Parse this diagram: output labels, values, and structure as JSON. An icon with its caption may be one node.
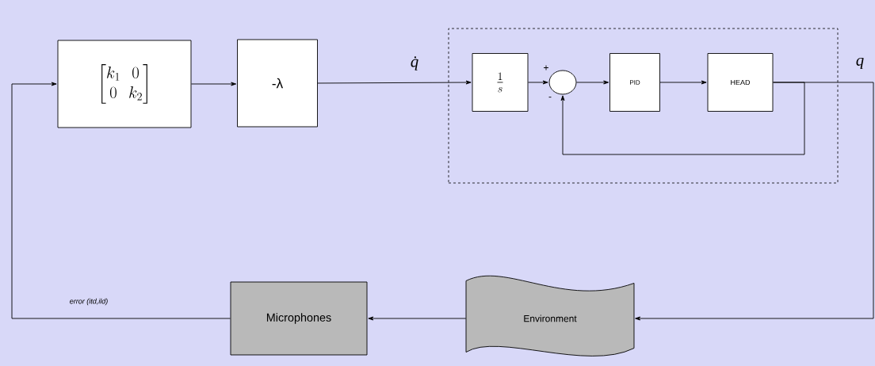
{
  "diagram": {
    "nodes": [
      {
        "text": [
          "\\begin{bmatrix}k_1 & 0\\\\ 0 & k_2\\end{bmatrix}"
        ]
      },
      {
        "text": [
          "-λ"
        ]
      },
      {
        "text": [],
        "shape": "box"
      },
      {
        "text": [
          "\\frac{1}{s}"
        ],
        "in": 2
      },
      {
        "text": [],
        "shape": "circle",
        "in": 2
      },
      {
        "text": [
          "PID"
        ],
        "in": 2
      },
      {
        "text": [
          "HEAD"
        ],
        "in": 2
      },
      {
        "text": [
          "Microphones"
        ]
      },
      {
        "text": [
          "Environment"
        ]
      }
    ],
    "edges": [
      {
        "from": 7,
        "to": 0,
        "arrow": "to",
        "label": "error (itd,ild)"
      },
      {
        "from": 0,
        "to": 1,
        "arrow": "to"
      },
      {
        "from": 1,
        "to": 3,
        "arrow": "to",
        "label": "q̇"
      },
      {
        "from": 3,
        "to": 4,
        "arrow": "to"
      },
      {
        "from": 4,
        "to": 5,
        "arrow": "to"
      },
      {
        "from": 5,
        "to": 6,
        "arrow": "to"
      },
      {
        "from": 6,
        "to": 4,
        "arrow": "to"
      },
      {
        "from": 6,
        "to": 8,
        "arrow": "to",
        "label": "q"
      },
      {
        "from": 8,
        "to": 7,
        "arrow": "to"
      }
    ],
    "labels": [
      "+",
      "-"
    ]
  }
}
